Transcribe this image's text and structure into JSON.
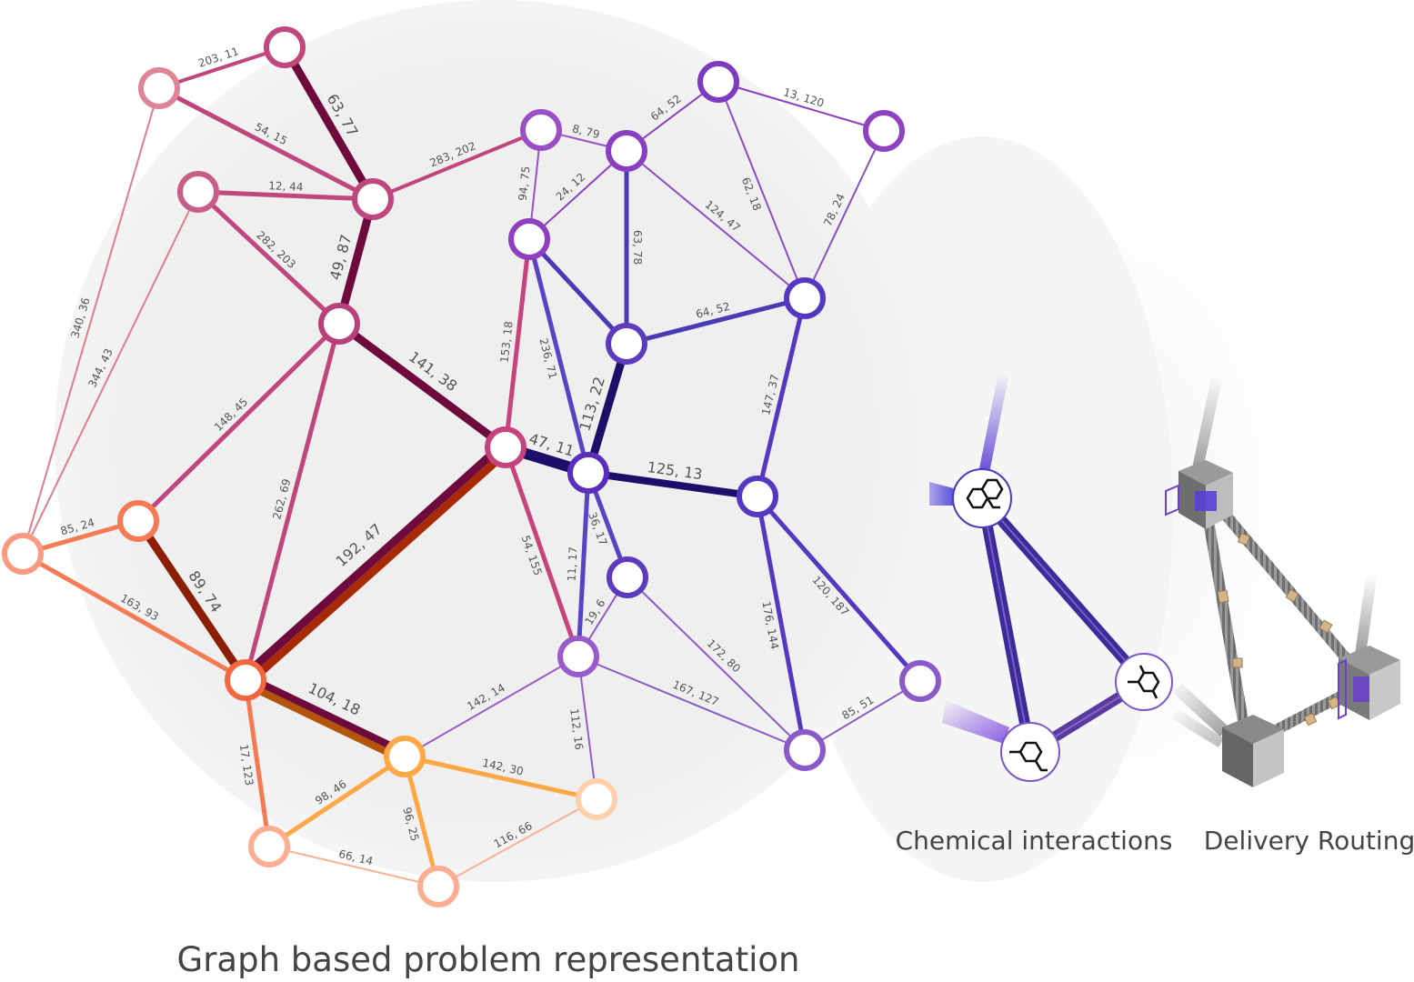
{
  "captions": {
    "main": "Graph based problem representation",
    "chemical": "Chemical interactions",
    "delivery": "Delivery Routing"
  },
  "graph": {
    "nodes": [
      {
        "id": "n1",
        "color": "#c0467e"
      },
      {
        "id": "n2",
        "color": "#e08395"
      },
      {
        "id": "n3",
        "color": "#c75e86"
      },
      {
        "id": "n4",
        "color": "#c0467e"
      },
      {
        "id": "n5",
        "color": "#b8417c"
      },
      {
        "id": "n6",
        "color": "#f57b55"
      },
      {
        "id": "n7",
        "color": "#fb9a80"
      },
      {
        "id": "n8",
        "color": "#f46640"
      },
      {
        "id": "n9",
        "color": "#c6437d"
      },
      {
        "id": "n10",
        "color": "#fda844"
      },
      {
        "id": "n11",
        "color": "#fbae92"
      },
      {
        "id": "n12",
        "color": "#fbae92"
      },
      {
        "id": "n13",
        "color": "#ffd0ae"
      },
      {
        "id": "n14",
        "color": "#9b4fc4"
      },
      {
        "id": "n15",
        "color": "#8b3ec2"
      },
      {
        "id": "n16",
        "color": "#7d3cc0"
      },
      {
        "id": "n17",
        "color": "#8e3ebf"
      },
      {
        "id": "n18",
        "color": "#8f43c2"
      },
      {
        "id": "n19",
        "color": "#9a5ac9"
      },
      {
        "id": "n20",
        "color": "#5a2fbe"
      },
      {
        "id": "n21",
        "color": "#5538c0"
      },
      {
        "id": "n22",
        "color": "#5e3abf"
      },
      {
        "id": "n23",
        "color": "#5e3abf"
      },
      {
        "id": "n24",
        "color": "#8a5ac8"
      },
      {
        "id": "n25",
        "color": "#8a5ac8"
      },
      {
        "id": "n26",
        "color": "#5538c0"
      }
    ],
    "edges": [
      {
        "from": "n2",
        "to": "n1",
        "label": "203, 11",
        "color": "#c0467e",
        "weight": 4
      },
      {
        "from": "n1",
        "to": "n4",
        "label": "63, 77",
        "color": "#6e0b3c",
        "weight": 9
      },
      {
        "from": "n2",
        "to": "n4",
        "label": "54, 15",
        "color": "#c0467e",
        "weight": 5
      },
      {
        "from": "n3",
        "to": "n4",
        "label": "12, 44",
        "color": "#c0467e",
        "weight": 5
      },
      {
        "from": "n4",
        "to": "n5",
        "label": "49, 87",
        "color": "#6e0b3c",
        "weight": 9
      },
      {
        "from": "n4",
        "to": "n14",
        "label": "283, 202",
        "color": "#c0467e",
        "weight": 4
      },
      {
        "from": "n3",
        "to": "n5",
        "label": "282, 203",
        "color": "#c0467e",
        "weight": 5
      },
      {
        "from": "n2",
        "to": "n7",
        "label": "340, 36",
        "color": "#e07c8e",
        "weight": 2
      },
      {
        "from": "n3",
        "to": "n7",
        "label": "344, 43",
        "color": "#e07c8e",
        "weight": 2
      },
      {
        "from": "n5",
        "to": "n9",
        "label": "141, 38",
        "color": "#6e0b3c",
        "weight": 9
      },
      {
        "from": "n5",
        "to": "n6",
        "label": "148, 45",
        "color": "#c0467e",
        "weight": 5
      },
      {
        "from": "n5",
        "to": "n8",
        "label": "262, 69",
        "color": "#c0467e",
        "weight": 5
      },
      {
        "from": "n7",
        "to": "n6",
        "label": "85, 24",
        "color": "#f57b55",
        "weight": 5
      },
      {
        "from": "n6",
        "to": "n8",
        "label": "89, 74",
        "color": "#8c1e05",
        "weight": 9
      },
      {
        "from": "n7",
        "to": "n8",
        "label": "163, 93",
        "color": "#f57b55",
        "weight": 5
      },
      {
        "from": "n8",
        "to": "n9",
        "label": "192, 47",
        "color": "#a82a05",
        "weight": 18
      },
      {
        "from": "n8",
        "to": "n10",
        "label": "104, 18",
        "color": "#b3540a",
        "weight": 16
      },
      {
        "from": "n8",
        "to": "n11",
        "label": "17, 123",
        "color": "#f47a55",
        "weight": 5
      },
      {
        "from": "n10",
        "to": "n11",
        "label": "98, 46",
        "color": "#fda844",
        "weight": 5
      },
      {
        "from": "n10",
        "to": "n12",
        "label": "96, 25",
        "color": "#fda844",
        "weight": 5
      },
      {
        "from": "n10",
        "to": "n13",
        "label": "142, 30",
        "color": "#fda844",
        "weight": 5
      },
      {
        "from": "n11",
        "to": "n12",
        "label": "66, 14",
        "color": "#fbae92",
        "weight": 2
      },
      {
        "from": "n12",
        "to": "n13",
        "label": "116, 66",
        "color": "#fbae92",
        "weight": 2
      },
      {
        "from": "n10",
        "to": "n19",
        "label": "142, 14",
        "color": "#9a5ac9",
        "weight": 2
      },
      {
        "from": "n9",
        "to": "n17",
        "label": "153, 18",
        "color": "#c6437d",
        "weight": 5
      },
      {
        "from": "n9",
        "to": "n20",
        "label": "47, 11",
        "color": "#1f0d6a",
        "weight": 12
      },
      {
        "from": "n9",
        "to": "n19",
        "label": "54, 155",
        "color": "#c6437d",
        "weight": 5
      },
      {
        "from": "n14",
        "to": "n15",
        "label": "8, 79",
        "color": "#9b4fc4",
        "weight": 2
      },
      {
        "from": "n14",
        "to": "n17",
        "label": "94, 75",
        "color": "#9b4fc4",
        "weight": 2
      },
      {
        "from": "n15",
        "to": "n17",
        "label": "24, 12",
        "color": "#8e3ebf",
        "weight": 2
      },
      {
        "from": "n15",
        "to": "n16",
        "label": "64, 52",
        "color": "#8b3ec2",
        "weight": 2
      },
      {
        "from": "n16",
        "to": "n18",
        "label": "13, 120",
        "color": "#8b3ec2",
        "weight": 2
      },
      {
        "from": "n16",
        "to": "n21",
        "label": "62, 18",
        "color": "#8b4ec2",
        "weight": 2
      },
      {
        "from": "n18",
        "to": "n21",
        "label": "78, 24",
        "color": "#8b4ec2",
        "weight": 2
      },
      {
        "from": "n15",
        "to": "n21",
        "label": "124, 47",
        "color": "#8b4ec2",
        "weight": 2
      },
      {
        "from": "n15",
        "to": "n22",
        "label": "63, 78",
        "color": "#4a3bb5",
        "weight": 5
      },
      {
        "from": "n17",
        "to": "n22",
        "label": "",
        "color": "#4a3bb5",
        "weight": 5
      },
      {
        "from": "n22",
        "to": "n21",
        "label": "64, 52",
        "color": "#4a3bb5",
        "weight": 5
      },
      {
        "from": "n17",
        "to": "n20",
        "label": "236, 71",
        "color": "#5a42c4",
        "weight": 5
      },
      {
        "from": "n22",
        "to": "n20",
        "label": "113, 22",
        "color": "#1f0d6a",
        "weight": 9
      },
      {
        "from": "n20",
        "to": "n26",
        "label": "125, 13",
        "color": "#1f0d6a",
        "weight": 8
      },
      {
        "from": "n21",
        "to": "n26",
        "label": "147, 37",
        "color": "#5538c0",
        "weight": 5
      },
      {
        "from": "n20",
        "to": "n23",
        "label": "36, 17",
        "color": "#5a42c4",
        "weight": 5
      },
      {
        "from": "n20",
        "to": "n19",
        "label": "11, 17",
        "color": "#5a42c4",
        "weight": 5
      },
      {
        "from": "n23",
        "to": "n19",
        "label": "19, 6",
        "color": "#8a5ac8",
        "weight": 2
      },
      {
        "from": "n23",
        "to": "n25",
        "label": "172, 80",
        "color": "#8a5ac8",
        "weight": 2
      },
      {
        "from": "n19",
        "to": "n25",
        "label": "167, 127",
        "color": "#8a5ac8",
        "weight": 2
      },
      {
        "from": "n19",
        "to": "n13",
        "label": "112, 16",
        "color": "#9a5ac9",
        "weight": 2
      },
      {
        "from": "n26",
        "to": "n25",
        "label": "176, 144",
        "color": "#5538c0",
        "weight": 5
      },
      {
        "from": "n26",
        "to": "n24",
        "label": "120, 187",
        "color": "#5538c0",
        "weight": 5
      },
      {
        "from": "n25",
        "to": "n24",
        "label": "85, 51",
        "color": "#8a5ac8",
        "weight": 2
      }
    ]
  },
  "chemical": {
    "bonds": [
      {
        "from": "m1",
        "to": "m2",
        "color": "#3e2a9a"
      },
      {
        "from": "m1",
        "to": "m3",
        "color": "#3e2a9a"
      },
      {
        "from": "m3",
        "to": "m2",
        "color": "#5a3a9e"
      }
    ],
    "molecules": [
      {
        "id": "m1",
        "icon": "bicyclic-molecule-icon"
      },
      {
        "id": "m2",
        "icon": "ring-molecule-icon"
      },
      {
        "id": "m3",
        "icon": "branched-ring-molecule-icon"
      }
    ]
  },
  "delivery": {
    "depots": [
      "depot-a",
      "depot-b",
      "depot-c"
    ],
    "box_color": "#d6b48a",
    "belt_color": "#8a8a8a",
    "accent": "#6a3fd0"
  }
}
